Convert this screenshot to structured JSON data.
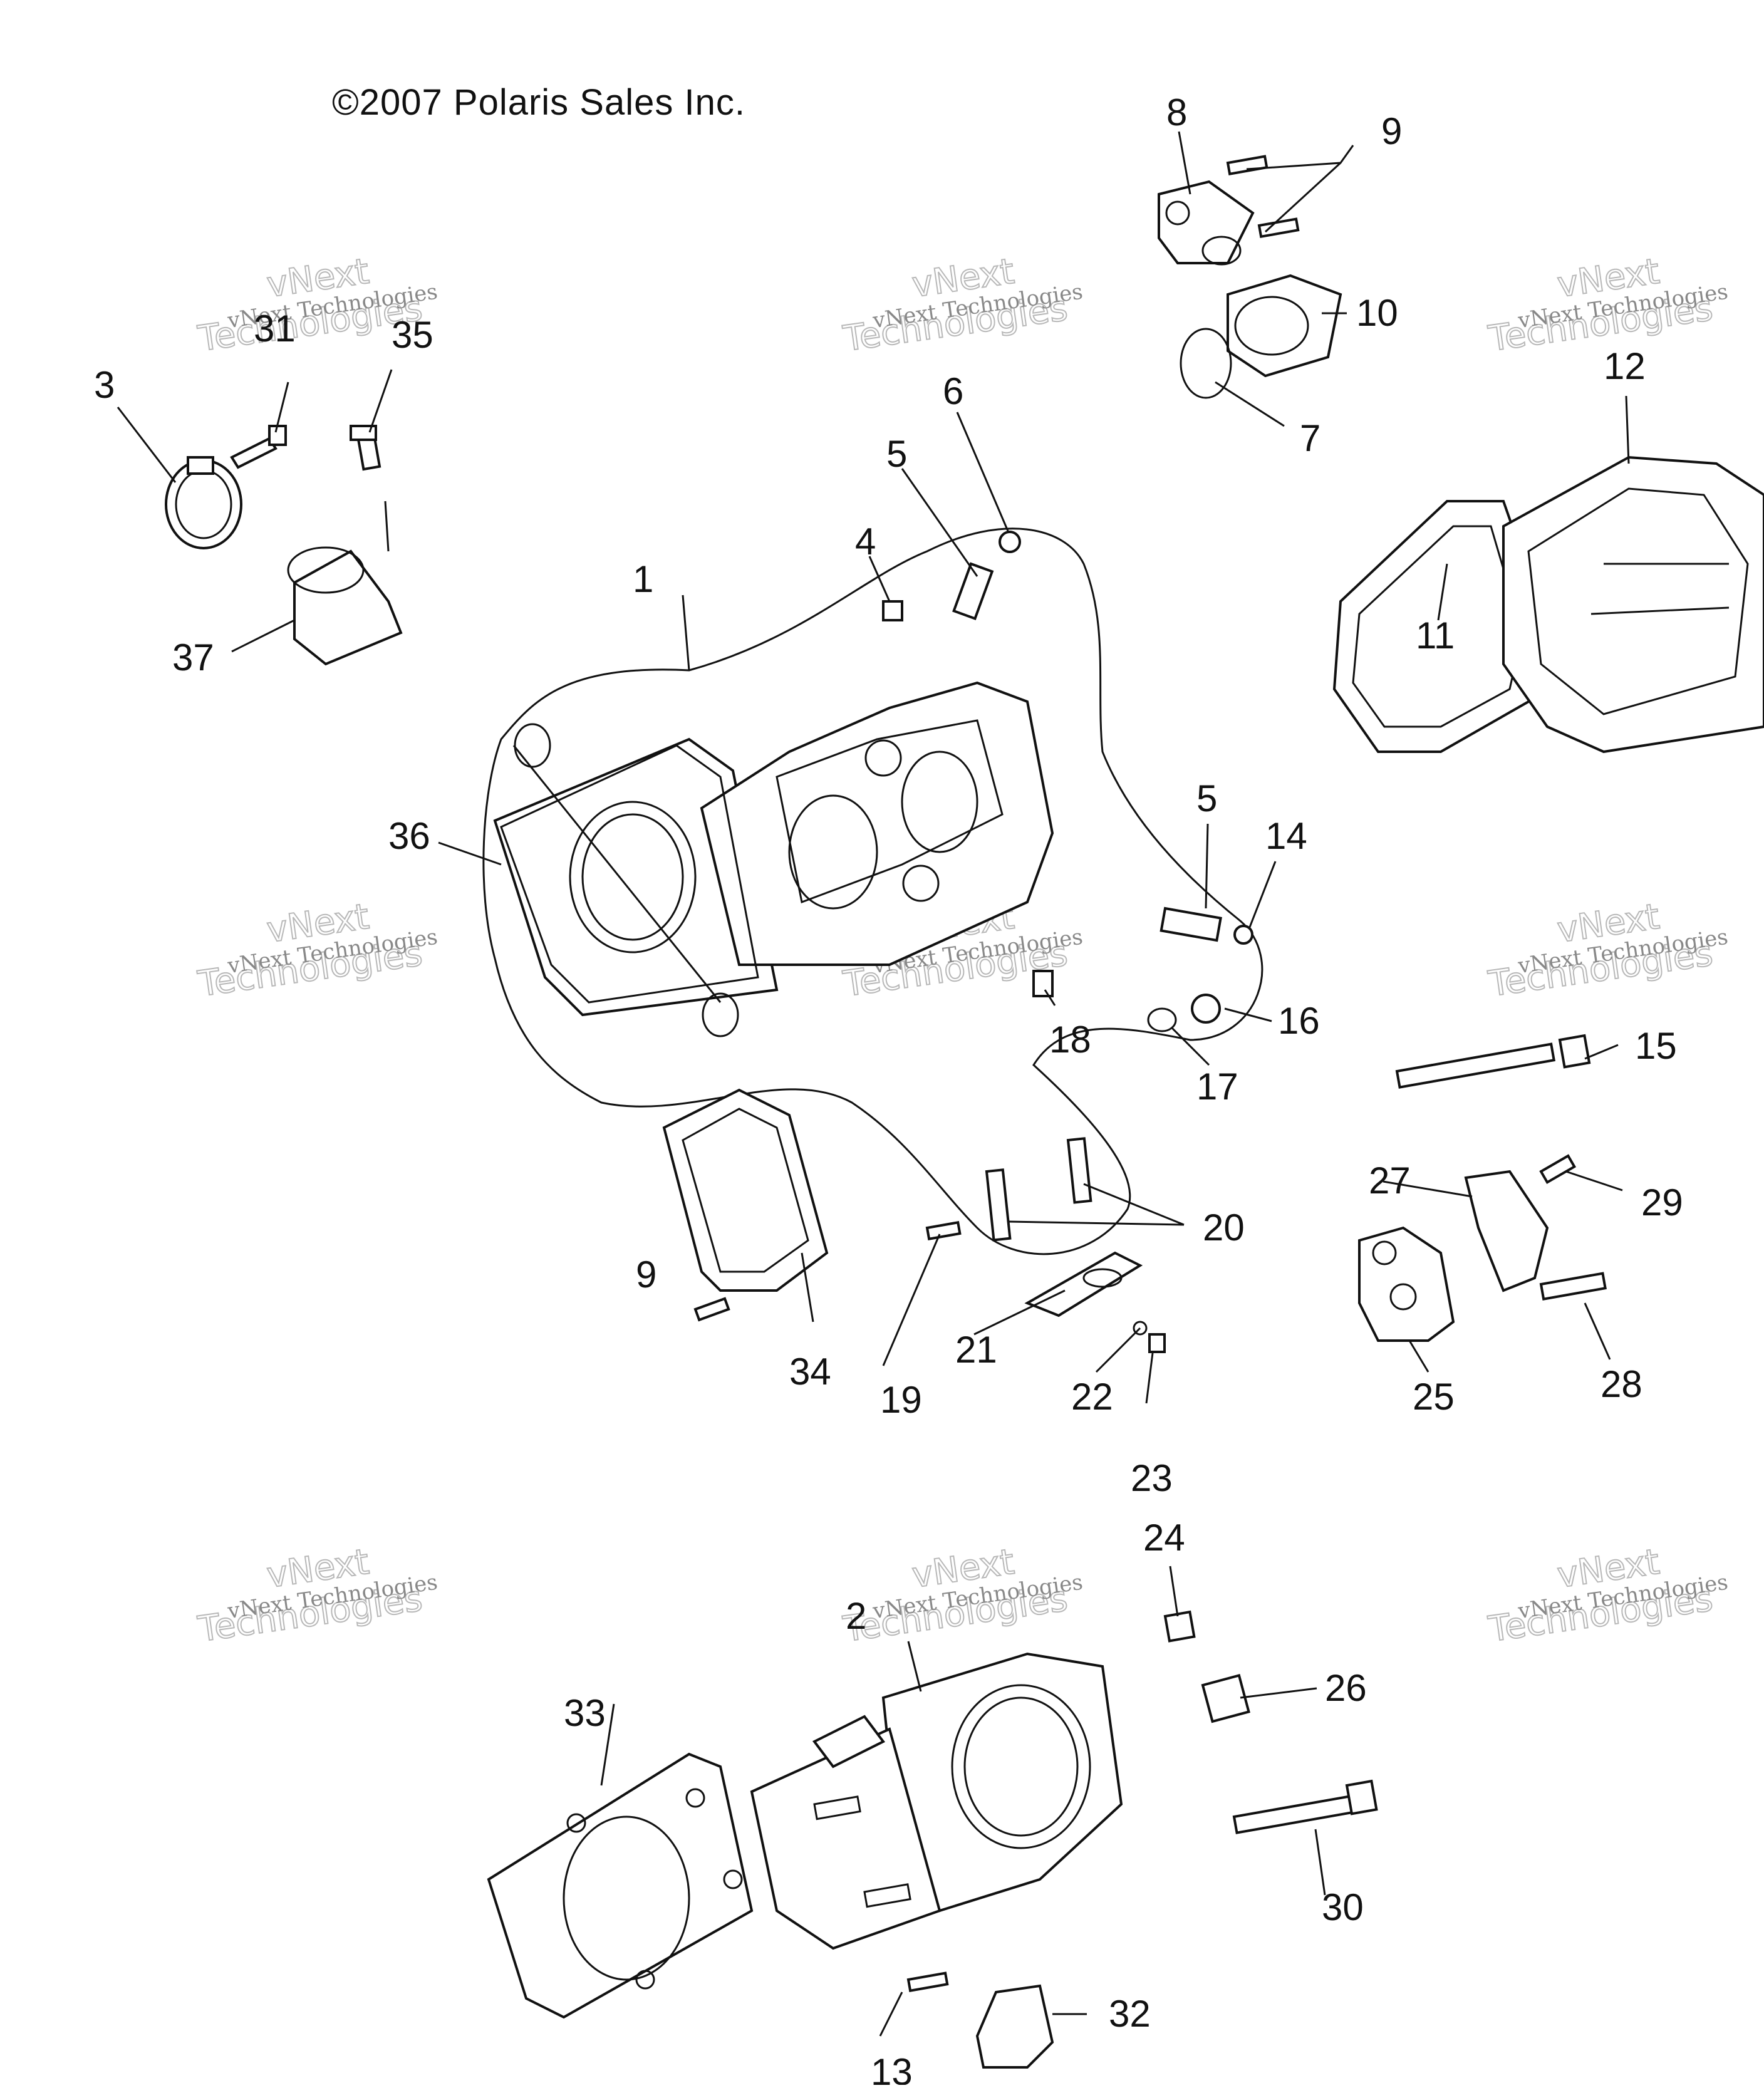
{
  "copyright": "©2007 Polaris Sales Inc.",
  "watermark": {
    "line1": "vNext Technologies",
    "line2": "vNext",
    "line3": "Technologies"
  },
  "callouts": [
    {
      "id": "c1",
      "label": "1"
    },
    {
      "id": "c2",
      "label": "2"
    },
    {
      "id": "c3",
      "label": "3"
    },
    {
      "id": "c4",
      "label": "4"
    },
    {
      "id": "c5a",
      "label": "5"
    },
    {
      "id": "c5b",
      "label": "5"
    },
    {
      "id": "c6",
      "label": "6"
    },
    {
      "id": "c7",
      "label": "7"
    },
    {
      "id": "c8",
      "label": "8"
    },
    {
      "id": "c9a",
      "label": "9"
    },
    {
      "id": "c9b",
      "label": "9"
    },
    {
      "id": "c10",
      "label": "10"
    },
    {
      "id": "c11",
      "label": "11"
    },
    {
      "id": "c12",
      "label": "12"
    },
    {
      "id": "c13",
      "label": "13"
    },
    {
      "id": "c14",
      "label": "14"
    },
    {
      "id": "c15",
      "label": "15"
    },
    {
      "id": "c16",
      "label": "16"
    },
    {
      "id": "c17",
      "label": "17"
    },
    {
      "id": "c18",
      "label": "18"
    },
    {
      "id": "c19",
      "label": "19"
    },
    {
      "id": "c20",
      "label": "20"
    },
    {
      "id": "c21",
      "label": "21"
    },
    {
      "id": "c22",
      "label": "22"
    },
    {
      "id": "c23",
      "label": "23"
    },
    {
      "id": "c24",
      "label": "24"
    },
    {
      "id": "c25",
      "label": "25"
    },
    {
      "id": "c26",
      "label": "26"
    },
    {
      "id": "c27",
      "label": "27"
    },
    {
      "id": "c28",
      "label": "28"
    },
    {
      "id": "c29",
      "label": "29"
    },
    {
      "id": "c30",
      "label": "30"
    },
    {
      "id": "c31",
      "label": "31"
    },
    {
      "id": "c32",
      "label": "32"
    },
    {
      "id": "c33",
      "label": "33"
    },
    {
      "id": "c34",
      "label": "34"
    },
    {
      "id": "c35",
      "label": "35"
    },
    {
      "id": "c36",
      "label": "36"
    },
    {
      "id": "c37",
      "label": "37"
    }
  ]
}
